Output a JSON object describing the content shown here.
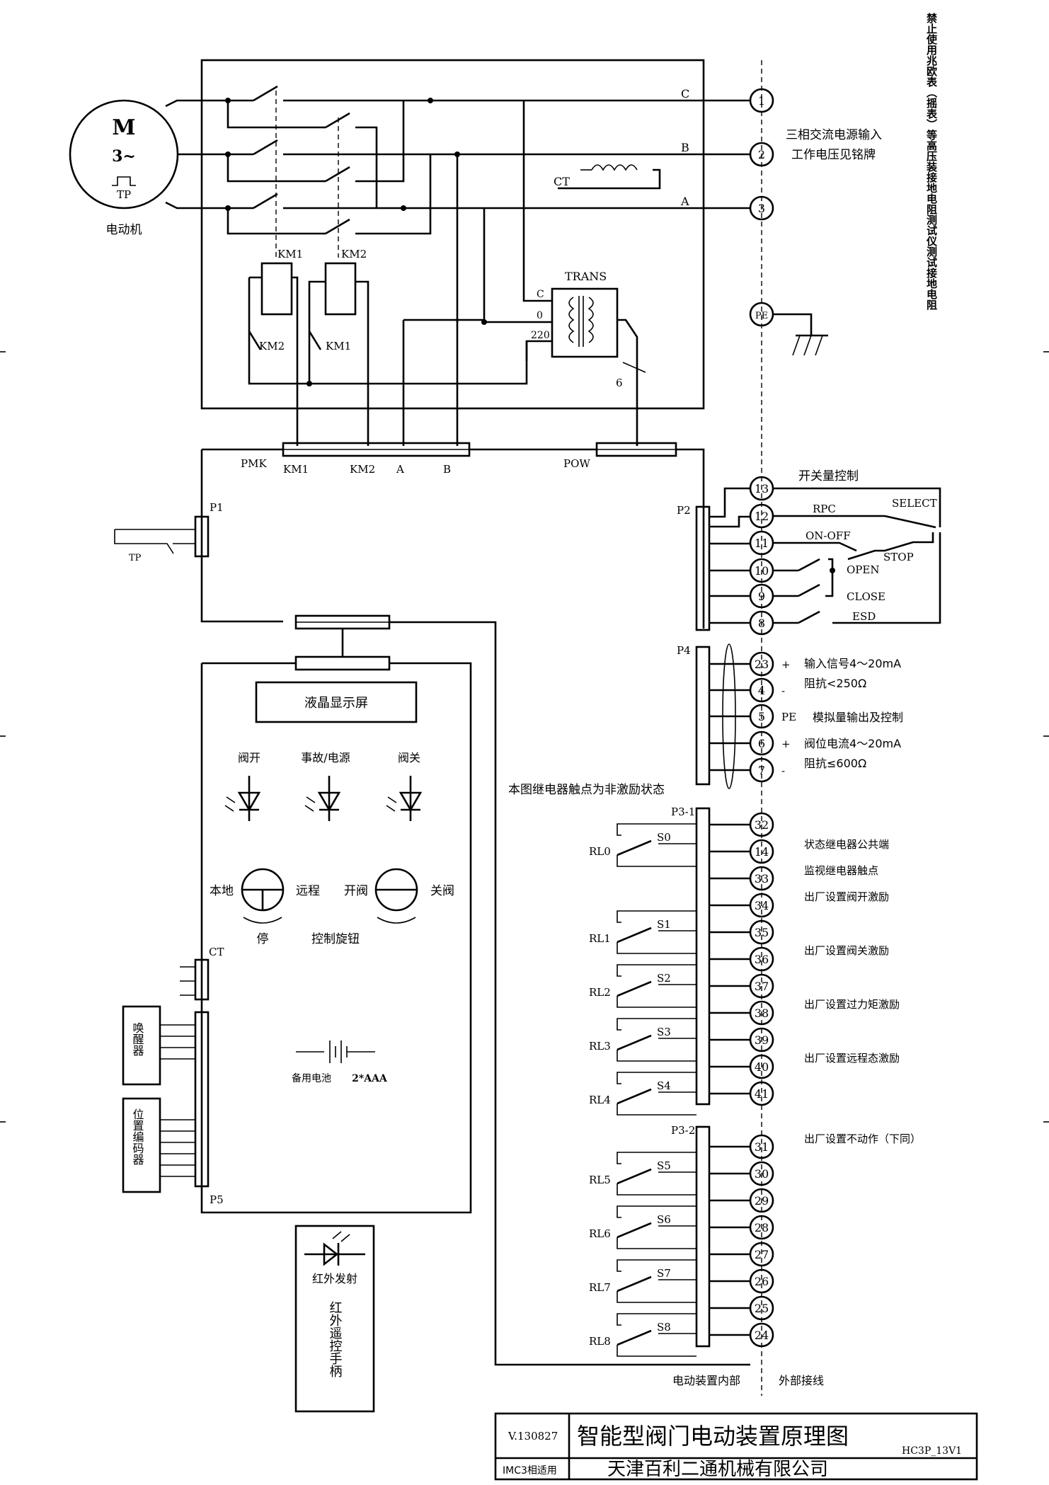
{
  "motor": {
    "symbol": "M",
    "phase": "3~",
    "tp": "TP",
    "label": "电动机"
  },
  "contactors": {
    "km1": "KM1",
    "km2": "KM2",
    "km1_contact": "KM1",
    "km2_contact": "KM2"
  },
  "ct": "CT",
  "transformer": {
    "name": "TRANS",
    "tap_c": "C",
    "tap_0": "0",
    "tap_220": "220",
    "wire": "6"
  },
  "phases": {
    "c": "C",
    "b": "B",
    "a": "A"
  },
  "terminals": {
    "t1": "1",
    "t2": "2",
    "t3": "3",
    "pe": "PE"
  },
  "power_input": {
    "line1": "三相交流电源输入",
    "line2": "工作电压见铭牌"
  },
  "side_warning": "禁止使用兆欧表（摇表）等高压装接地电阻测试仪测试接地电阻",
  "board": {
    "pmk": "PMK",
    "km1": "KM1",
    "km2": "KM2",
    "a": "A",
    "b": "B",
    "pow": "POW",
    "p1": "P1",
    "tp": "TP",
    "p2": "P2",
    "p4": "P4",
    "p5": "P5",
    "ct": "CT"
  },
  "switch_control": {
    "title": "开关量控制",
    "rpc": "RPC",
    "select": "SELECT",
    "on_off": "ON-OFF",
    "stop": "STOP",
    "open": "OPEN",
    "close": "CLOSE",
    "esd": "ESD",
    "terminals": [
      "13",
      "12",
      "11",
      "10",
      "9",
      "8"
    ]
  },
  "analog": {
    "terminals": [
      "23",
      "4",
      "5",
      "6",
      "7"
    ],
    "signs": [
      "+",
      "-",
      "PE",
      "+",
      "-"
    ],
    "input_signal": "输入信号4～20mA",
    "input_impedance": "阻抗<250Ω",
    "section": "模拟量输出及控制",
    "output_current": "阀位电流4～20mA",
    "output_impedance": "阻抗≤600Ω"
  },
  "display_panel": {
    "lcd": "液晶显示屏",
    "valve_open": "阀开",
    "fault_power": "事故/电源",
    "valve_close": "阀关",
    "local": "本地",
    "remote": "远程",
    "open": "开阀",
    "close": "关阀",
    "stop": "停",
    "knob": "控制旋钮",
    "battery": "备用电池",
    "battery_type": "2*AAA"
  },
  "wake": "唤醒器",
  "encoder": "位置编码器",
  "remote": {
    "ir": "红外发射",
    "handle": "红外遥控手柄"
  },
  "relay_note": "本图继电器触点为非激励状态",
  "p31": "P3-1",
  "p32": "P3-2",
  "relays": {
    "rl": [
      "RL0",
      "RL1",
      "RL2",
      "RL3",
      "RL4",
      "RL5",
      "RL6",
      "RL7",
      "RL8"
    ],
    "s": [
      "S0",
      "S1",
      "S2",
      "S3",
      "S4",
      "S5",
      "S6",
      "S7",
      "S8"
    ]
  },
  "relay_terminals_1": [
    "32",
    "14",
    "33",
    "34",
    "35",
    "36",
    "37",
    "38",
    "39",
    "40",
    "41"
  ],
  "relay_terminals_2": [
    "31",
    "30",
    "29",
    "28",
    "27",
    "26",
    "25",
    "24"
  ],
  "relay_desc": {
    "common": "状态继电器公共端",
    "monitor": "监视继电器触点",
    "open": "出厂设置阀开激励",
    "close": "出厂设置阀关激励",
    "torque": "出厂设置过力矩激励",
    "remote": "出厂设置远程态激励",
    "none": "出厂设置不动作（下同）"
  },
  "bottom": {
    "internal": "电动装置内部",
    "external": "外部接线"
  },
  "title_block": {
    "version": "V.130827",
    "title": "智能型阀门电动装置原理图",
    "code": "HC3P_13V1",
    "applies": "IMC3相适用",
    "company": "天津百利二通机械有限公司"
  }
}
